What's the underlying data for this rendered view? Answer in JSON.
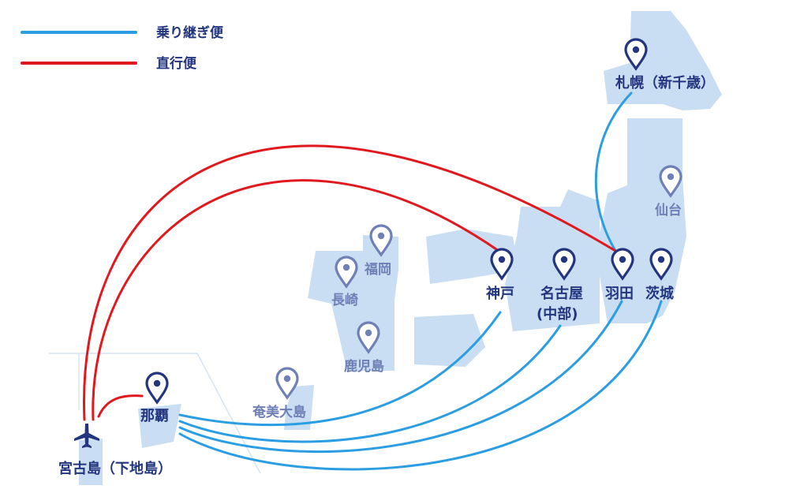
{
  "legend": {
    "connecting": "乗り継ぎ便",
    "direct": "直行便"
  },
  "colors": {
    "connecting_line": "#2b9ee3",
    "direct_line": "#e0191e",
    "land": "#c9ddf3",
    "pin_main": "#22357e",
    "pin_sub": "#6e80b6",
    "label_main": "#22357e",
    "label_sub": "#6e80b6"
  },
  "origin": {
    "label": "宮古島（下地島）",
    "icon": "airplane-icon"
  },
  "airports": {
    "naha": "那覇",
    "kobe": "神戸",
    "nagoya": "名古屋",
    "nagoya_sub": "(中部)",
    "haneda": "羽田",
    "ibaraki": "茨城",
    "sapporo": "札幌（新千歳）",
    "fukuoka": "福岡",
    "nagasaki": "長崎",
    "kagoshima": "鹿児島",
    "amami": "奄美大島",
    "sendai": "仙台"
  },
  "routes": {
    "direct": [
      "那覇",
      "神戸",
      "羽田"
    ],
    "connecting": [
      "神戸",
      "名古屋",
      "羽田",
      "茨城",
      "札幌（新千歳）"
    ]
  }
}
